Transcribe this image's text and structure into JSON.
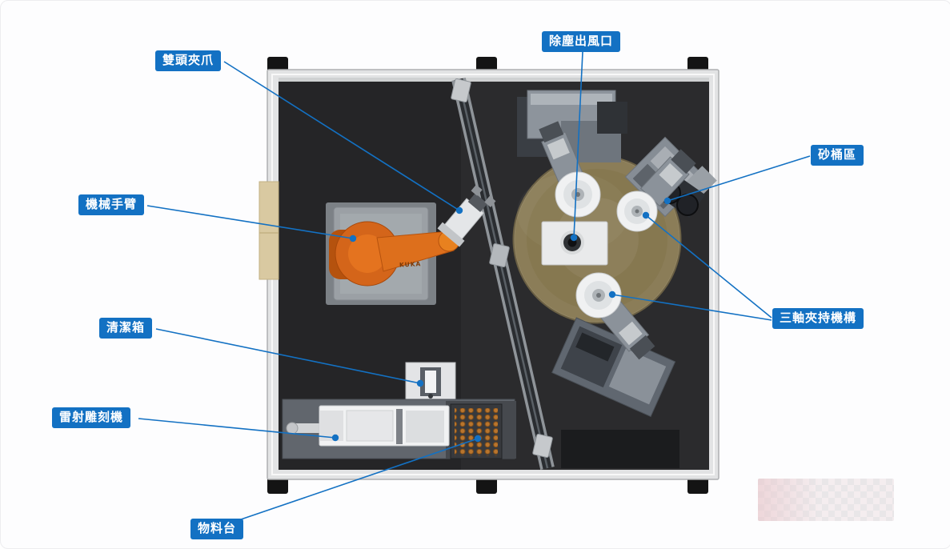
{
  "diagram": {
    "type": "equipment-layout-top-view",
    "labels": {
      "dual_gripper": "雙頭夾爪",
      "dust_outlet": "除塵出風口",
      "sand_bucket_area": "砂桶區",
      "robot_arm": "機械手臂",
      "cleaning_box": "清潔箱",
      "laser_engraver": "雷射雕刻機",
      "material_table": "物料台",
      "three_axis_clamp": "三軸夾持機構"
    },
    "machine_brand": "KUKA",
    "colors": {
      "label_background": "#1371c3",
      "leader_line": "#1371c3",
      "robot_orange": "#d4651a",
      "turntable_tan": "#8b7d58",
      "floor_dark": "#2b2b2d"
    }
  }
}
